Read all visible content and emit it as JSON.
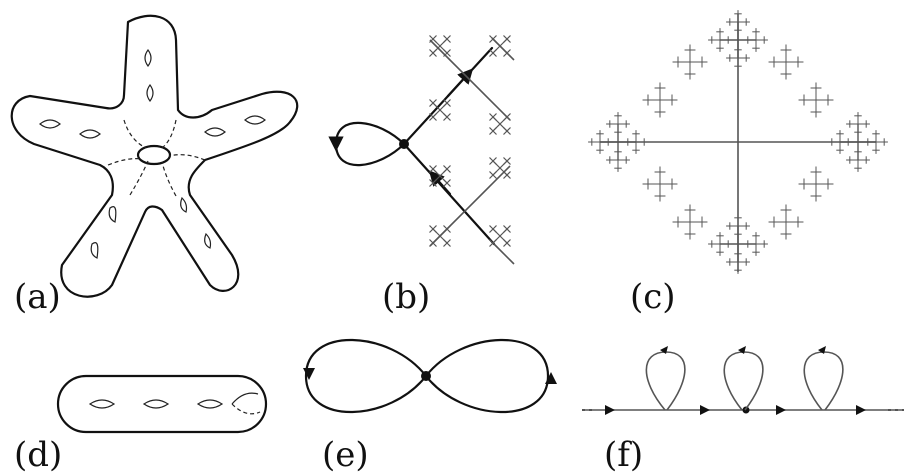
{
  "labels": {
    "a": "(a)",
    "b": "(b)",
    "c": "(c)",
    "d": "(d)",
    "e": "(e)",
    "f": "(f)"
  },
  "panels": [
    {
      "id": "a",
      "depicts": "five-armed-surface-with-handles"
    },
    {
      "id": "b",
      "depicts": "loop-with-fractal-tree-branches"
    },
    {
      "id": "c",
      "depicts": "fractal-cross-tree"
    },
    {
      "id": "d",
      "depicts": "genus-surface-with-three-handles"
    },
    {
      "id": "e",
      "depicts": "figure-eight-graph"
    },
    {
      "id": "f",
      "depicts": "line-with-loops"
    }
  ],
  "colors": {
    "ink": "#111111",
    "fractal": "#555555"
  }
}
